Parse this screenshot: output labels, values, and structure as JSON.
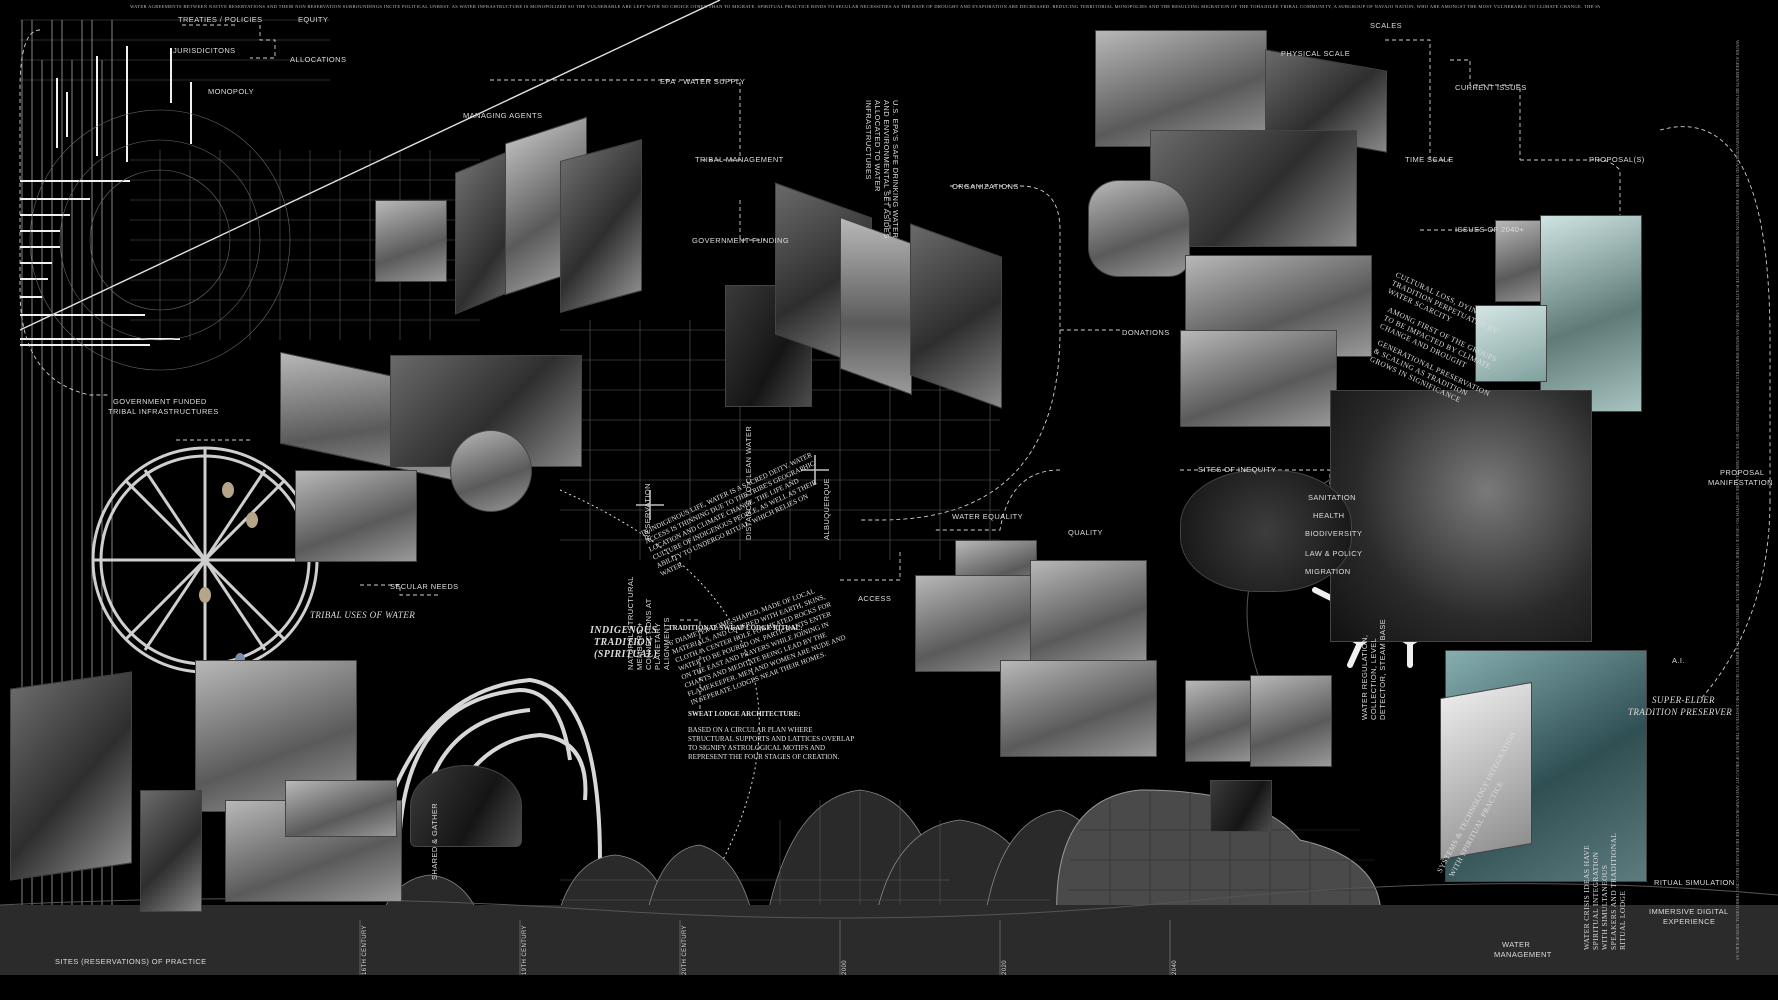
{
  "ribbon_text": "WATER AGREEMENTS BETWEEN NATIVE RESERVATIONS AND THEIR NON RESERVATION SURROUNDINGS INCITE POLITICAL UNREST. AS WATER INFRASTRUCTURE IS MONOPOLIZED SO THE VULNERABLE ARE LEFT WITH NO CHOICE OTHER THAN TO MIGRATE. SPIRITUAL PRACTICE BINDS TO SECULAR NECESSITIES AS THE RATE OF DROUGHT AND EVAPORATION ARE DECREASED. REDUCING TERRITORIAL MONOPOLIES AND THE RESULTING MIGRATION OF THE TOHAJIILEE TRIBAL COMMUNITY, A SUBGROUP OF NAVAJO NATION, WHO ARE AMONGST THE MOST VULNERABLE TO CLIMATE CHANGE. THE SWEAT LODGE TRADITION, UNDER THREAT, IS PRESERVED",
  "left_labels": {
    "treaties": "TREATIES / POLICIES",
    "equity": "EQUITY",
    "jurisdictions": "JURISDICITONS",
    "allocations": "ALLOCATIONS",
    "monopoly": "MONOPOLY",
    "managing_agents": "MANAGING AGENTS",
    "epa": "EPA - WATER SUPPLY",
    "tribal_management": "TRIBAL MANAGEMENT",
    "government_funding": "GOVERNMENT FUNDING",
    "us_epa_note": "U.S. EPA'S SAFE DRINKING WATER AND ENVIRONMENTAL SET ASIDES ALLOCATED TO WATER INFRASTRUCTURES",
    "gov_funded": "GOVERNMENT FUNDED",
    "tribal_infra": "TRIBAL INFRASTRUCTURES",
    "secular_needs": "SECULAR NEEDS",
    "tribal_uses": "TRIBAL USES OF WATER",
    "indigenous_1": "INDIGENOUS",
    "indigenous_2": "TRADITION",
    "indigenous_3": "(SPIRITUAL)",
    "natural_structural": "NATURAL STRUCTURAL MEMBERS + CONNECTIONS AT PLANETARY ALIGNMENTS",
    "sites_practice": "SITES (RESERVATIONS) OF PRACTICE",
    "shared_oasis": "SHARED & GATHER",
    "reservation": "RESERVATION",
    "albuquerque": "ALBUQUERQUE",
    "distance_clean_water": "DISTANCE TO CLEAN WATER"
  },
  "center_labels": {
    "organizations": "ORGANIZATIONS",
    "donations": "DONATIONS",
    "sites_inequity": "SITES OF INEQUITY",
    "water_equality": "WATER EQUALITY",
    "quality": "QUALITY",
    "access": "ACCESS"
  },
  "sacred_note": "IN INDIGENOUS LIFE, WATER IS A SACRED DEITY. WATER ACCESS IS THINNING DUE TO THE TRIBE'S GEOGRAPHIC LOCATION AND CLIMATE CHANGE. THE LIFE AND CULTURE OF INDIGENOUS PEOPLE, AS WELL AS THEIR ABILITY TO UNDERGO RITUAL, WHICH RELIES ON WATER",
  "ritual_heading": "TRADITIONAL SWEAT LODGE RITUAL:",
  "ritual_body": "6' DIAMETER DOME-SHAPED, MADE OF LOCAL MATERIALS, AND COVERED WITH EARTH, SKINS, CLOTH. A CENTER HOLE FOR HEATED ROCKS FOR WATER TO BE POURED ON. PARTICIPANTS ENTER ON THE EAST AND PRAYERS WHILE JOINING IN CHANTS AND MEDITATE BEING LEAD BY THE FLAMEKEEPER. MEN AND WOMEN ARE NUDE AND IN SEPERATE LODGES NEAR THEIR HOMES.",
  "arch_heading": "SWEAT LODGE ARCHITECTURE:",
  "arch_body": "BASED ON A CIRCULAR PLAN WHERE STRUCTURAL SUPPORTS AND LATTICES OVERLAP TO SIGNIFY ASTROLOGICAL MOTIFS AND REPRESENT THE FOUR STAGES OF CREATION.",
  "right_labels": {
    "scales": "SCALES",
    "physical_scale": "PHYSICAL SCALE",
    "current_issues": "CURRENT ISSUES",
    "time_scale": "TIME SCALE",
    "proposals": "PROPOSAL(S)",
    "issues_2040": "ISSUES OF 2040+",
    "proposal_manifestation_1": "PROPOSAL",
    "proposal_manifestation_2": "MANIFESTATION",
    "sanitation": "SANITATION",
    "health": "HEALTH",
    "biodiversity": "BIODIVERSITY",
    "law_policy": "LAW & POLICY",
    "migration": "MIGRATION",
    "ai": "A.I.",
    "super_elder_1": "SUPER-ELDER",
    "super_elder_2": "TRADITION PRESERVER",
    "ritual_simulation": "RITUAL SIMULATION",
    "immersive_1": "IMMERSIVE DIGITAL",
    "immersive_2": "EXPERIENCE",
    "water_management_1": "WATER",
    "water_management_2": "MANAGEMENT",
    "water_regulation": "WATER REGULATION, COLLECTION, LEVEL DETECTOR, STEAM BASE",
    "cultural_loss": "CULTURAL LOSS, DYING TRADITION PERPETUATED BY WATER SCARCITY",
    "among_first": "AMONG FIRST OF THE GROUPS TO BE IMPACTED BY CLIMATE CHANGE AND DROUGHT",
    "generational": "GENERATIONAL PRESERVATION & SCALING AS TRADITION GROWS IN SIGNIFICANCE",
    "water_crises": "WATER CRISIS IDEAS HAVE SPIRITUAL INTEGRATION WITH SIMULTANEOUS SPEAKERS AND TRADITIONAL RITUAL LODGE",
    "systems_1": "SYSTEMS & TECHNOLOGY INTEGRATION",
    "systems_2": "WITH SPIRITUAL PRACTICE"
  },
  "timeline": [
    "16TH CENTURY",
    "19TH CENTURY",
    "20TH CENTURY",
    "2000",
    "2020",
    "2040"
  ]
}
